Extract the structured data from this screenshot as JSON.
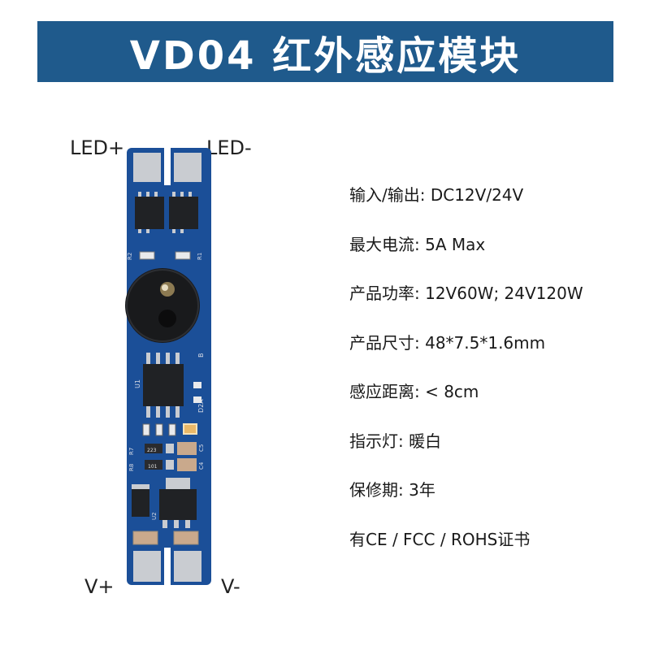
{
  "banner": {
    "title": "VD04 红外感应模块",
    "color": "#1f5a8c"
  },
  "pins": {
    "led_plus": "LED+",
    "led_minus": "LED-",
    "v_plus": "V+",
    "v_minus": "V-"
  },
  "board": {
    "silkscreen": {
      "r2": "R2",
      "r1": "R1",
      "u1": "U1",
      "b": "B",
      "d2a": "D2A",
      "r7": "R7",
      "r8": "R8",
      "c5": "C5",
      "c4": "C4",
      "u2": "U2",
      "r223": "223",
      "r101": "101"
    },
    "pcb_color": "#1b4f98",
    "pad_color": "#c9ccd1"
  },
  "specs": [
    {
      "label": "输入/输出: DC12V/24V"
    },
    {
      "label": "最大电流: 5A Max"
    },
    {
      "label": "产品功率: 12V60W; 24V120W"
    },
    {
      "label": "产品尺寸: 48*7.5*1.6mm"
    },
    {
      "label": "感应距离: < 8cm"
    },
    {
      "label": "指示灯: 暖白"
    },
    {
      "label": "保修期: 3年"
    },
    {
      "label": "有CE / FCC / ROHS证书"
    }
  ]
}
